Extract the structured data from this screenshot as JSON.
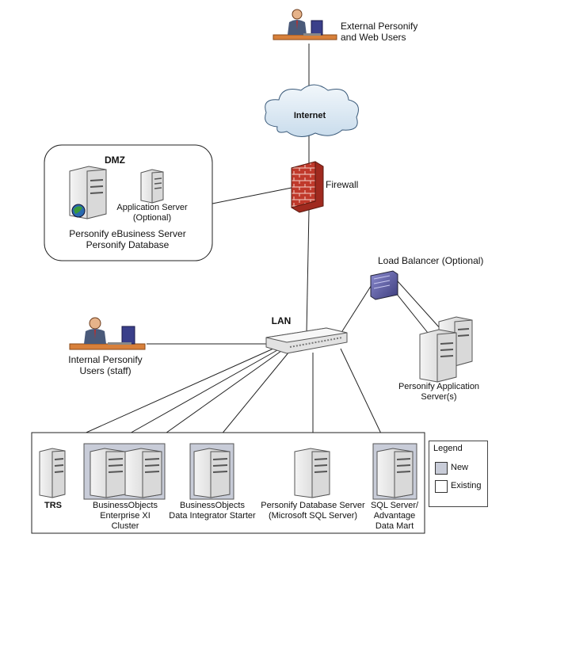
{
  "nodes": {
    "external_users": "External Personify\nand Web Users",
    "internet": "Internet",
    "firewall": "Firewall",
    "dmz_title": "DMZ",
    "app_server_dmz": "Application Server\n(Optional)",
    "ebusiness": "Personify eBusiness Server\nPersonify Database",
    "load_balancer": "Load Balancer (Optional)",
    "lan": "LAN",
    "internal_users": "Internal Personify\nUsers (staff)",
    "app_servers": "Personify Application\nServer(s)",
    "trs": "TRS",
    "bo_cluster": "BusinessObjects\nEnterprise XI\nCluster",
    "bo_data": "BusinessObjects\nData Integrator Starter",
    "db_server": "Personify Database Server\n(Microsoft SQL Server)",
    "sql_mart": "SQL Server/\nAdvantage\nData Mart"
  },
  "legend": {
    "title": "Legend",
    "new_label": "New",
    "existing_label": "Existing",
    "new_color": "#c8ccd8",
    "existing_color": "#ffffff"
  },
  "colors": {
    "firewall": "#c0392b",
    "cloud": "#dde8f0",
    "server": "#e8e8e8",
    "highlight": "#c8ccd8",
    "load_balancer": "#5a5a9a"
  }
}
